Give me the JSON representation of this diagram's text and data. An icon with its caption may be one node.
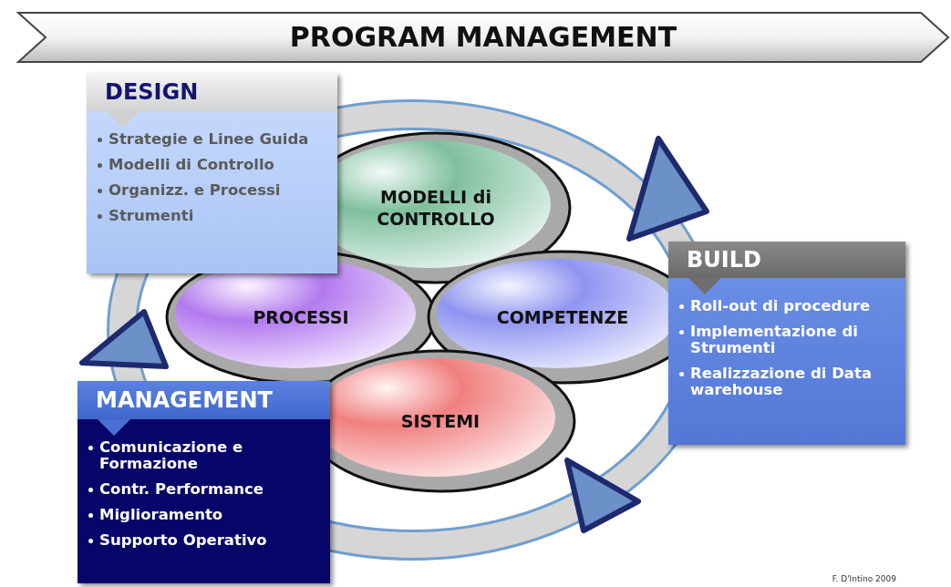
{
  "diagram": {
    "title": "PROGRAM MANAGEMENT",
    "nodes": [
      {
        "text": [
          "DESIGN",
          "Strategie e Linee Guida",
          "Modelli di Controllo",
          "Organizz. e Processi",
          "Strumenti"
        ]
      },
      {
        "text": [
          "MODELLI di CONTROLLO"
        ]
      },
      {
        "text": [
          "PROCESSI"
        ]
      },
      {
        "text": [
          "COMPETENZE"
        ]
      },
      {
        "text": [
          "BUILD",
          "Roll-out di procedure",
          "Implementazione di Strumenti",
          "Realizzazione di Data warehouse"
        ]
      },
      {
        "text": [
          "SISTEMI"
        ]
      },
      {
        "text": [
          "MANAGEMENT",
          "Comunicazione e Formazione",
          "Contr. Performance",
          "Miglioramento",
          "Supporto Operativo"
        ]
      }
    ],
    "labels": [
      "F. D'Intino 2009"
    ]
  }
}
